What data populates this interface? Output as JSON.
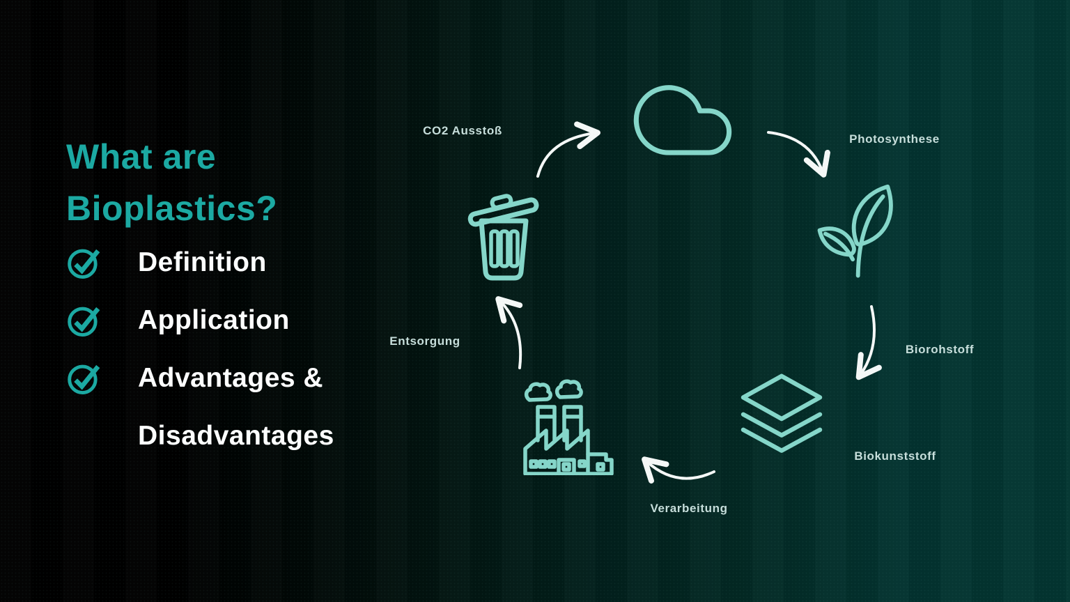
{
  "slide": {
    "title": {
      "line1": "What are",
      "line2": "Bioplastics?"
    },
    "checklist": [
      {
        "label": "Definition"
      },
      {
        "label": "Application"
      },
      {
        "label": "Advantages &"
      },
      {
        "label": "Disadvantages"
      }
    ]
  },
  "diagram": {
    "type": "cycle",
    "labels": {
      "co2": "CO2 Ausstoß",
      "photosynthese": "Photosynthese",
      "biorohstoff": "Biorohstoff",
      "biokunststoff": "Biokunststoff",
      "verarbeitung": "Verarbeitung",
      "entsorgung": "Entsorgung"
    },
    "icons": [
      "cloud",
      "plant-sprout",
      "layers",
      "factory",
      "trash-can"
    ]
  },
  "colors": {
    "accent_teal": "#1BA9A2",
    "icon_mint": "#85D6C9",
    "label_mint": "#C7DEDB",
    "arrow_white": "#F5F8F7",
    "text_white": "#FDFEFE",
    "bg_left": "#000000",
    "bg_right": "#033631"
  }
}
